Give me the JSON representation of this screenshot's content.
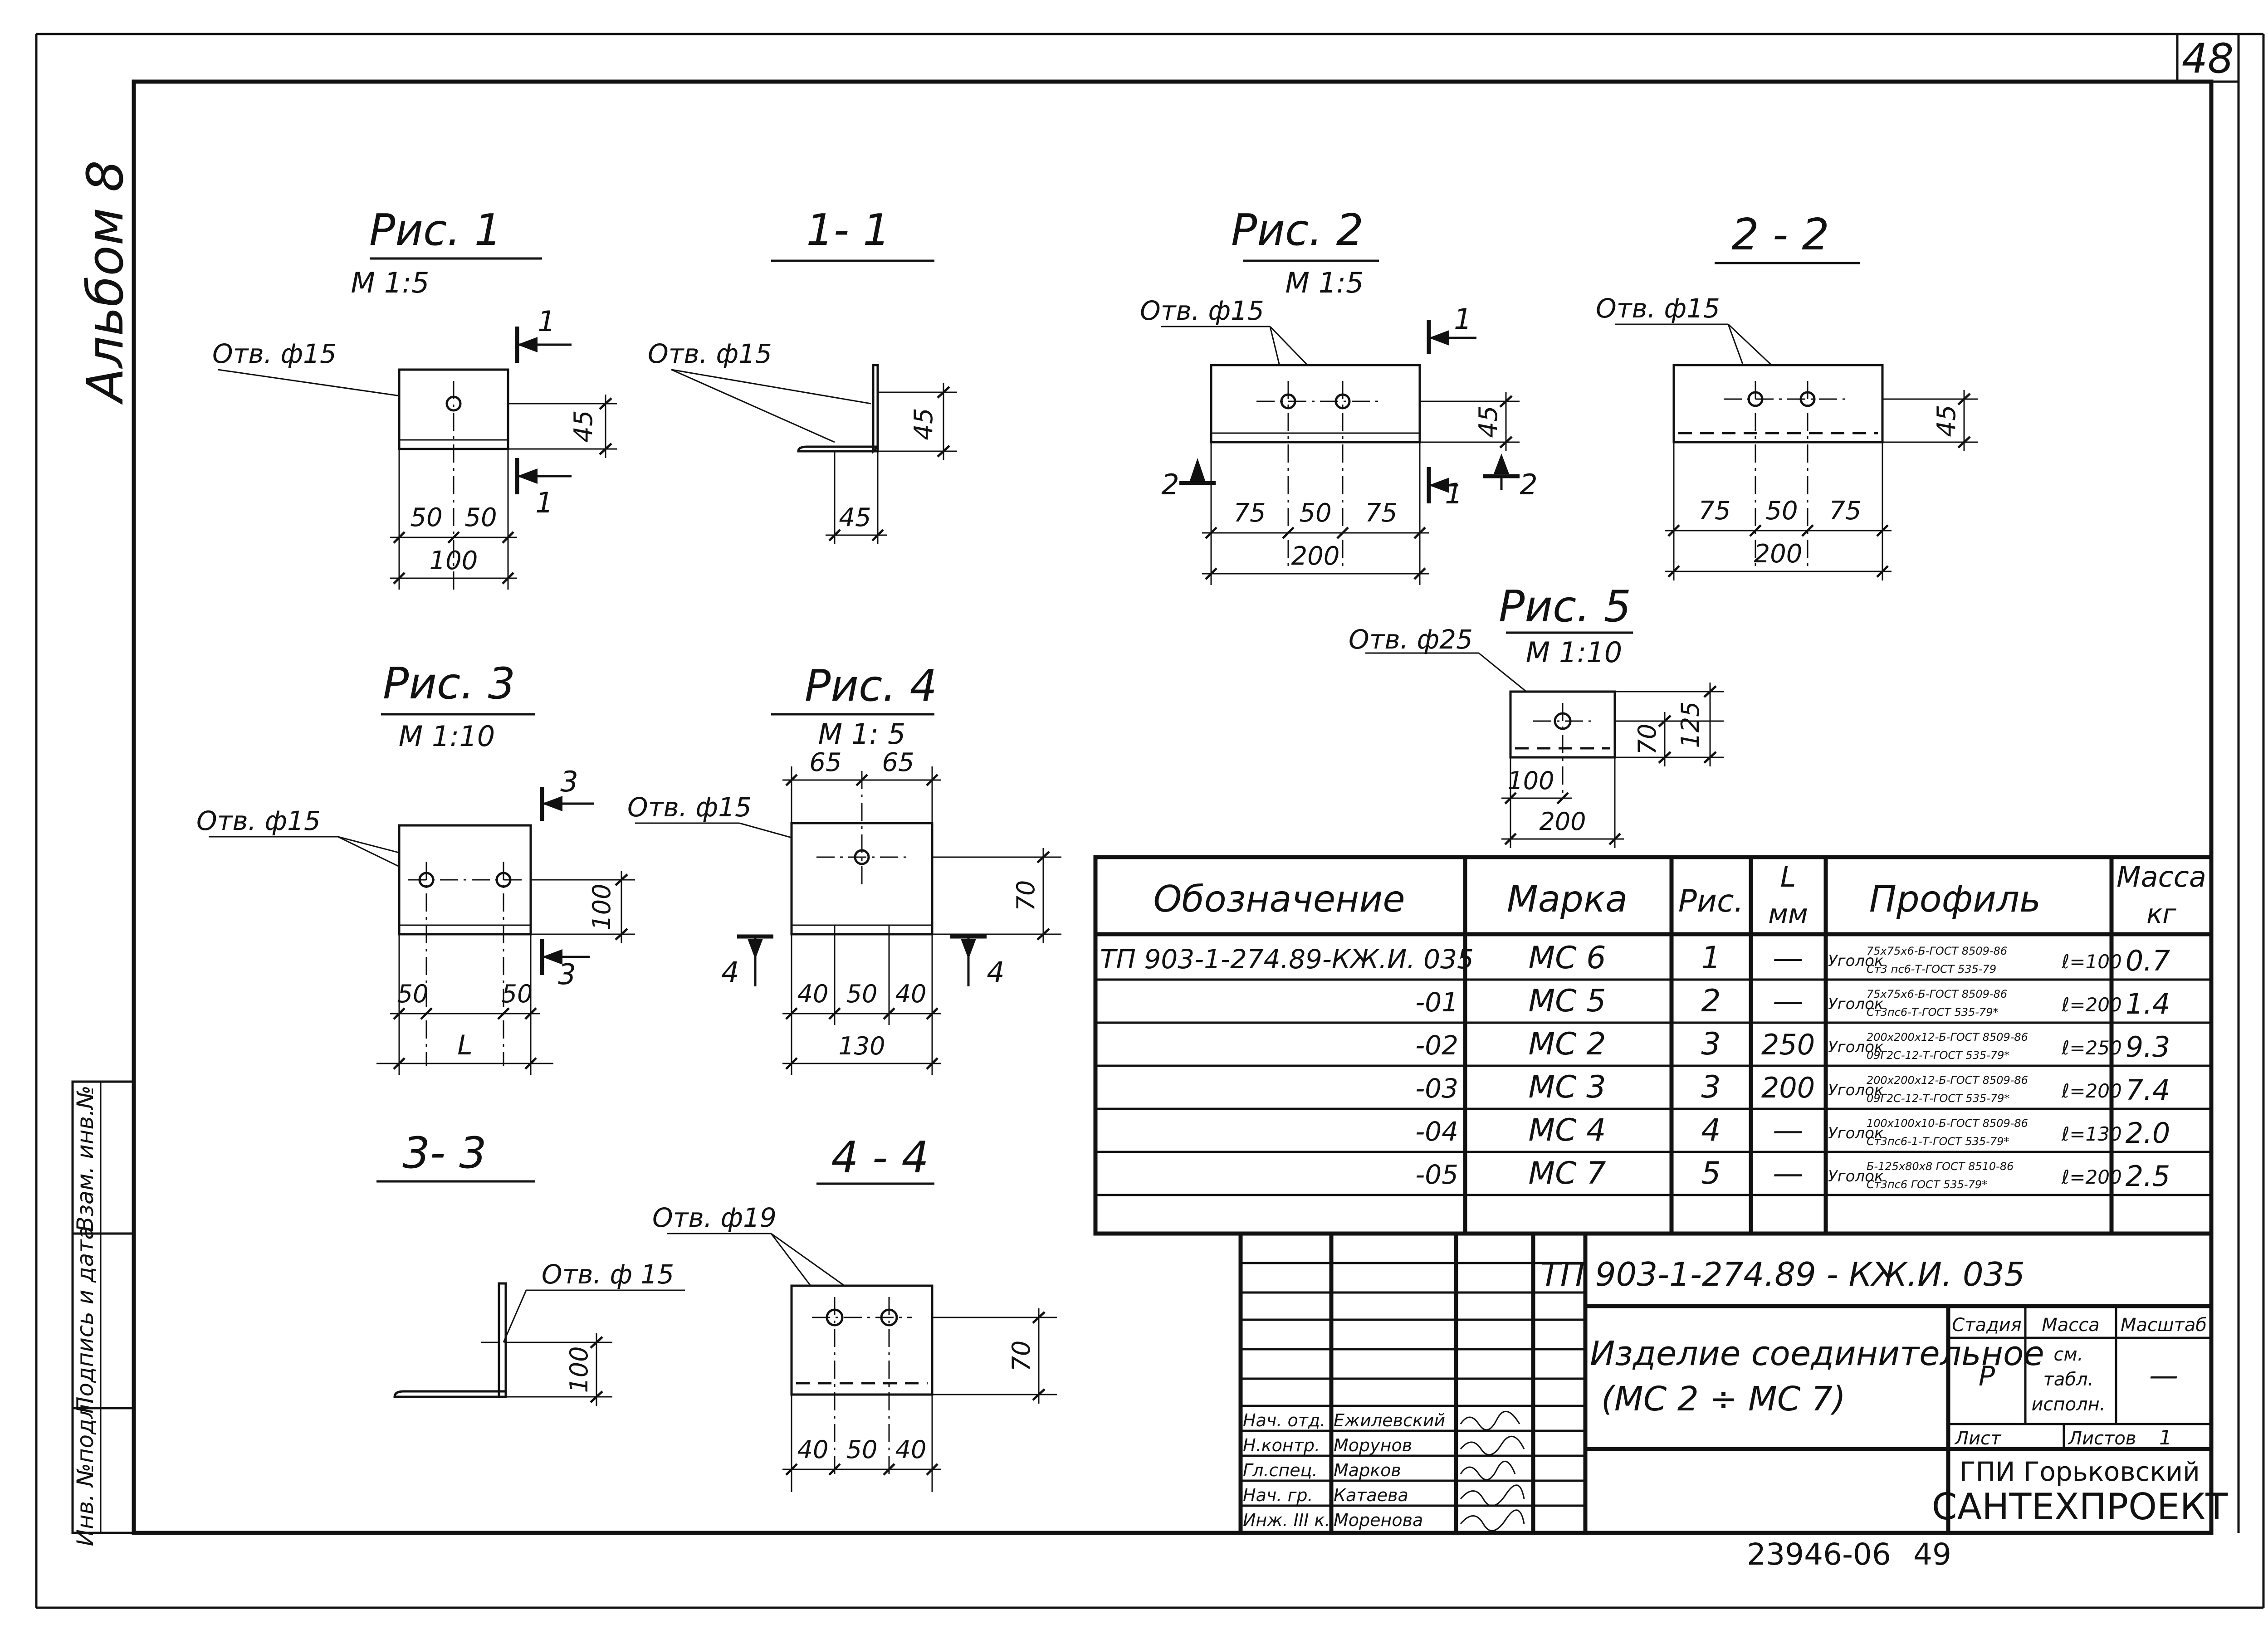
{
  "sheet": {
    "sheet_number": "48",
    "album_label": "Альбом 8",
    "footer_code": "23946-06",
    "footer_page": "49"
  },
  "side_stamp": {
    "col1": "Инв. №подл.",
    "col2": "Подпись и дата",
    "col3": "Взам. инв.№"
  },
  "figures": {
    "fig1": {
      "title": "Рис. 1",
      "scale": "М 1:5",
      "hole_note": "Отв. ф15",
      "dims": {
        "left": "50",
        "right": "50",
        "total": "100",
        "height": "45"
      },
      "section_mark": "1"
    },
    "sec11": {
      "title": "1- 1",
      "hole_note": "Отв. ф15",
      "dims": {
        "width": "45",
        "height": "45"
      }
    },
    "fig2": {
      "title": "Рис. 2",
      "scale": "М 1:5",
      "hole_note": "Отв. ф15",
      "dims": {
        "a": "75",
        "b": "50",
        "c": "75",
        "total": "200",
        "height": "45"
      },
      "section_mark_1": "1",
      "section_mark_2": "2"
    },
    "sec22": {
      "title": "2 - 2",
      "hole_note": "Отв. ф15",
      "dims": {
        "a": "75",
        "b": "50",
        "c": "75",
        "total": "200",
        "height": "45"
      }
    },
    "fig5": {
      "title": "Рис. 5",
      "scale": "М 1:10",
      "hole_note": "Отв. ф25",
      "dims": {
        "half": "100",
        "total": "200",
        "h1": "70",
        "h2": "125"
      }
    },
    "fig3": {
      "title": "Рис. 3",
      "scale": "М 1:10",
      "hole_note": "Отв. ф15",
      "dims": {
        "left": "50",
        "right": "50",
        "total": "L",
        "height": "100"
      },
      "section_mark": "3"
    },
    "fig4": {
      "title": "Рис. 4",
      "scale": "М 1: 5",
      "hole_note": "Отв. ф15",
      "dims": {
        "top_left": "65",
        "top_right": "65",
        "a": "40",
        "b": "50",
        "c": "40",
        "total": "130",
        "height": "70"
      },
      "section_mark": "4"
    },
    "sec33": {
      "title": "3- 3",
      "hole_note": "Отв. ф 15",
      "dims": {
        "height": "100"
      }
    },
    "sec44": {
      "title": "4 - 4",
      "hole_note": "Отв. ф19",
      "dims": {
        "a": "40",
        "b": "50",
        "c": "40",
        "height": "70"
      }
    }
  },
  "spec_table": {
    "headers": {
      "designation": "Обозначение",
      "mark": "Марка",
      "fig": "Рис.",
      "length_top": "L",
      "length_bottom": "мм",
      "profile": "Профиль",
      "mass_top": "Масса",
      "mass_bottom": "кг"
    },
    "rows": [
      {
        "designation": "ТП 903-1-274.89-КЖ.И. 035",
        "mark": "МС 6",
        "fig": "1",
        "length": "—",
        "profile_label": "Уголок",
        "profile_top": "75х75х6-Б-ГОСТ 8509-86",
        "profile_bottom": "Ст3 пс6-Т-ГОСТ 535-79",
        "profile_len": "ℓ=100",
        "mass": "0.7"
      },
      {
        "designation": "-01",
        "mark": "МС 5",
        "fig": "2",
        "length": "—",
        "profile_label": "Уголок",
        "profile_top": "75х75х6-Б-ГОСТ 8509-86",
        "profile_bottom": "Ст3пс6-Т-ГОСТ 535-79*",
        "profile_len": "ℓ=200",
        "mass": "1.4"
      },
      {
        "designation": "-02",
        "mark": "МС 2",
        "fig": "3",
        "length": "250",
        "profile_label": "Уголок",
        "profile_top": "200х200х12-Б-ГОСТ 8509-86",
        "profile_bottom": "09Г2С-12-Т-ГОСТ 535-79*",
        "profile_len": "ℓ=250",
        "mass": "9.3"
      },
      {
        "designation": "-03",
        "mark": "МС 3",
        "fig": "3",
        "length": "200",
        "profile_label": "Уголок",
        "profile_top": "200х200х12-Б-ГОСТ 8509-86",
        "profile_bottom": "09Г2С-12-Т-ГОСТ 535-79*",
        "profile_len": "ℓ=200",
        "mass": "7.4"
      },
      {
        "designation": "-04",
        "mark": "МС 4",
        "fig": "4",
        "length": "—",
        "profile_label": "Уголок",
        "profile_top": "100х100х10-Б-ГОСТ 8509-86",
        "profile_bottom": "Ст3пс6-1-Т-ГОСТ 535-79*",
        "profile_len": "ℓ=130",
        "mass": "2.0"
      },
      {
        "designation": "-05",
        "mark": "МС 7",
        "fig": "5",
        "length": "—",
        "profile_label": "Уголок",
        "profile_top": "Б-125х80х8 ГОСТ 8510-86",
        "profile_bottom": "Ст3пс6 ГОСТ 535-79*",
        "profile_len": "ℓ=200",
        "mass": "2.5"
      }
    ]
  },
  "title_block": {
    "doc_code": "ТП 903-1-274.89 - КЖ.И. 035",
    "item_name_line1": "Изделие соединительное",
    "item_name_line2": "(МС 2 ÷ МС 7)",
    "stage_header": "Стадия",
    "mass_header": "Масса",
    "scale_header": "Масштаб",
    "stage": "Р",
    "mass_line1": "см.",
    "mass_line2": "табл.",
    "mass_line3": "исполн.",
    "scale": "—",
    "sheet_label": "Лист",
    "sheets_label": "Листов",
    "sheets_count": "1",
    "org_line1": "ГПИ Горьковский",
    "org_line2": "САНТЕХПРОЕКТ",
    "people": [
      {
        "role": "Нач. отд.",
        "name": "Ежилевский"
      },
      {
        "role": "Н.контр.",
        "name": "Морунов"
      },
      {
        "role": "Гл.спец.",
        "name": "Марков"
      },
      {
        "role": "Нач. гр.",
        "name": "Катаева"
      },
      {
        "role": "Инж. III к.",
        "name": "Моренова"
      }
    ]
  }
}
